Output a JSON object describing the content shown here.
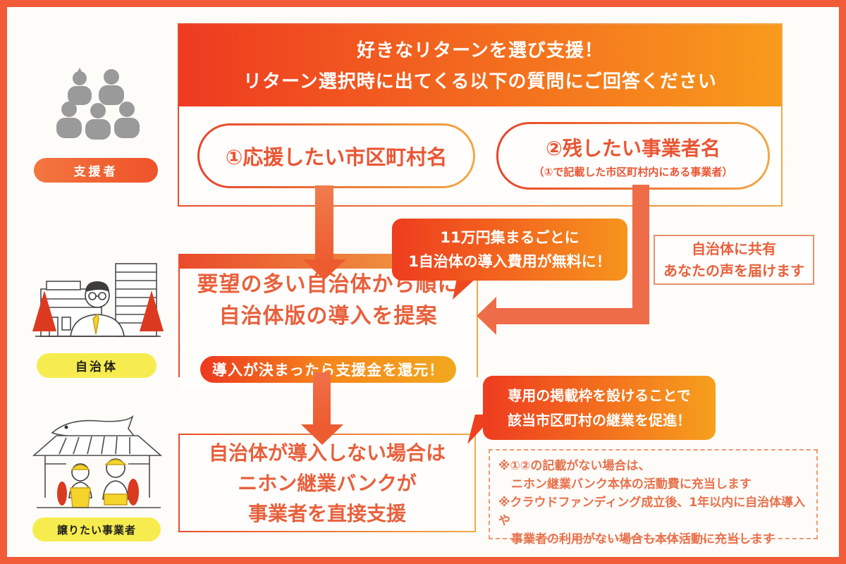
{
  "header": {
    "line1": "好きなリターンを選び支援！",
    "line2": "リターン選択時に出てくる以下の質問にご回答ください"
  },
  "actors": [
    {
      "id": "supporters",
      "label": "支援者"
    },
    {
      "id": "municipality",
      "label": "自治体"
    },
    {
      "id": "business-owners",
      "label": "譲りたい事業者"
    }
  ],
  "questions": [
    {
      "title": "①応援したい市区町村名"
    },
    {
      "title": "②残したい事業者名",
      "subtitle": "（①で記載した市区町村内にある事業者）"
    }
  ],
  "fund_bubble": {
    "line1": "11万円集まるごとに",
    "line2": "1自治体の導入費用が無料に！"
  },
  "share_note": {
    "line1": "自治体に共有",
    "line2": "あなたの声を届けます"
  },
  "municipality_step": {
    "line1": "要望の多い自治体から順に",
    "line2": "自治体版の導入を提案",
    "badge": "導入が決まったら支援金を還元！"
  },
  "listing_bubble": {
    "line1": "専用の掲載枠を設けることで",
    "line2": "該当市区町村の継業を促進！"
  },
  "direct_step": {
    "line1": "自治体が導入しない場合は",
    "line2": "ニホン継業バンクが",
    "line3": "事業者を直接支援"
  },
  "notes": {
    "line1": "※①②の記載がない場合は、",
    "line2": "ニホン継業バンク本体の活動費に充当します",
    "line3": "※クラウドファンディング成立後、1年以内に自治体導入や",
    "line4": "事業者の利用がない場合も本体活動に充当します"
  },
  "icons": {
    "supporters": "people-group-icon",
    "municipality": "town-office-worker-icon",
    "business": "fishmonger-shop-icon"
  },
  "colors": {
    "frame": "#f15b38",
    "header_gradient_start": "#ee3a21",
    "header_gradient_end": "#f89b1c",
    "accent_text": "#e8603c",
    "question_text": "#ea5533",
    "arrow": "#ee6c48",
    "badge_gradient": "#ed391e → #f2a91e",
    "supporter_label_bg": "#f2683c",
    "yellow_label_bg": "#f7ec4f",
    "silhouette_gray": "#9a9a9a",
    "illustration_red": "#dc3a20",
    "illustration_yellow": "#f5d42c"
  }
}
